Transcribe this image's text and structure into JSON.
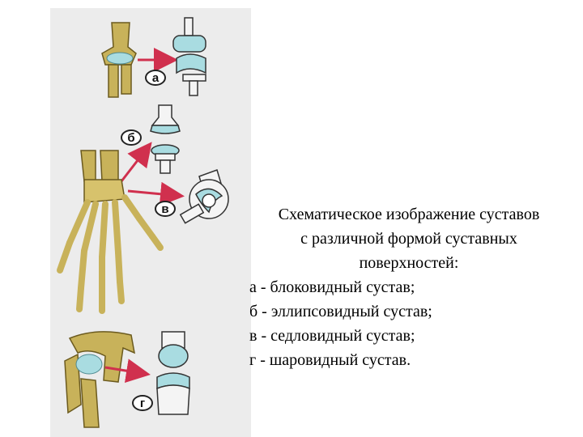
{
  "figure": {
    "labels": {
      "a": "а",
      "b": "б",
      "v": "в",
      "g": "г"
    },
    "colors": {
      "panel": "#ececec",
      "bone": "#c8b25a",
      "bone_stroke": "#6b5a1e",
      "cartilage": "#a9dce1",
      "arrow": "#d0304e",
      "model": "#f4f4f4"
    }
  },
  "caption": {
    "title_lines": [
      "Схематическое изображение суставов",
      "с различной формой суставных",
      "поверхностей:"
    ],
    "items": [
      "а - блоковидный сустав;",
      "б - эллипсовидный сустав;",
      "в - седловидный сустав;",
      "г - шаровидный сустав."
    ]
  }
}
